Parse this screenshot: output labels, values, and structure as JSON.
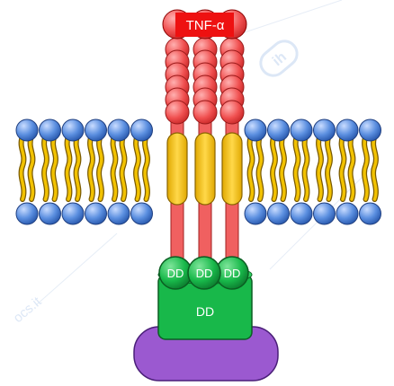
{
  "labels": {
    "ligand": "TNF-α",
    "death_domain": "DD",
    "large_dd": "DD"
  },
  "watermark": {
    "text": "ocs.it",
    "logo": "ih"
  },
  "colors": {
    "ligand": "#ee1111",
    "receptor": "#f06060",
    "transmembrane": "#ffcc00",
    "lipid_head": "#5b8fe0",
    "lipid_tail": "#f2c200",
    "death_domain": "#18b84a",
    "adaptor": "#9b59d0"
  }
}
